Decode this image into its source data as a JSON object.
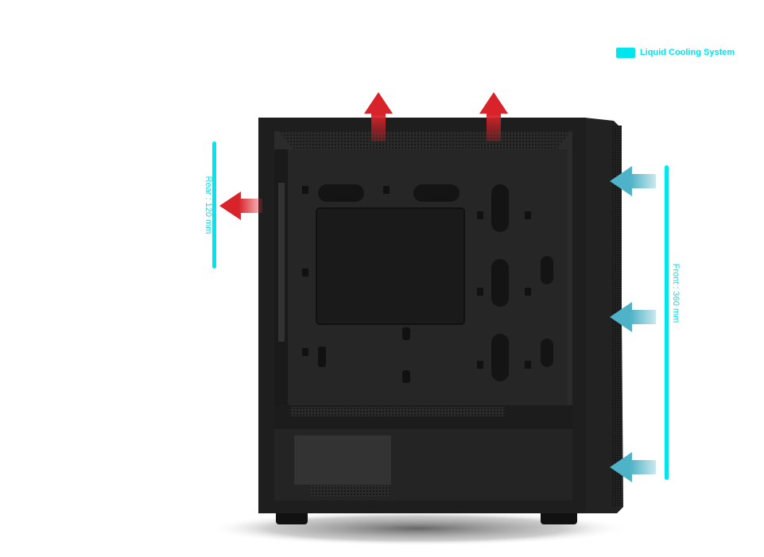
{
  "legend": {
    "label": "Liquid Cooling System",
    "color": "#00e5ee"
  },
  "rear": {
    "label": "Rear : 120 mm"
  },
  "front": {
    "label": "Front : 360 mm"
  },
  "colors": {
    "accent": "#00e5ee",
    "intake_arrow": "#4fb3c7",
    "exhaust_arrow": "#d8232a",
    "case_body": "#1a1a1a"
  },
  "icons": {
    "exhaust": "arrow-up-icon",
    "rear_exhaust": "arrow-left-icon",
    "intake": "arrow-left-icon"
  }
}
